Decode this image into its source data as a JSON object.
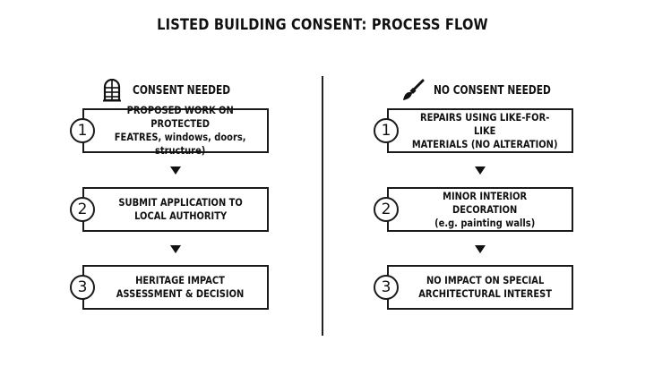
{
  "title": "LISTED BUILDING CONSENT: PROCESS FLOW",
  "left": {
    "header": "CONSENT NEEDED",
    "icon": "window-icon",
    "steps": [
      {
        "num": "1",
        "text": "PROPOSED WORK ON PROTECTED\nFEATRES, windows, doors, structure)"
      },
      {
        "num": "2",
        "text": "SUBMIT APPLICATION TO\nLOCAL AUTHORITY"
      },
      {
        "num": "3",
        "text": "HERITAGE IMPACT\nASSESSMENT & DECISION"
      }
    ]
  },
  "right": {
    "header": "NO CONSENT NEEDED",
    "icon": "paintbrush-icon",
    "steps": [
      {
        "num": "1",
        "text": "REPAIRS USING LIKE-FOR-LIKE\nMATERIALS (NO ALTERATION)"
      },
      {
        "num": "2",
        "text": "MINOR INTERIOR DECORATION\n(e.g. painting walls)"
      },
      {
        "num": "3",
        "text": "NO IMPACT ON SPECIAL\nARCHITECTURAL INTEREST"
      }
    ]
  }
}
